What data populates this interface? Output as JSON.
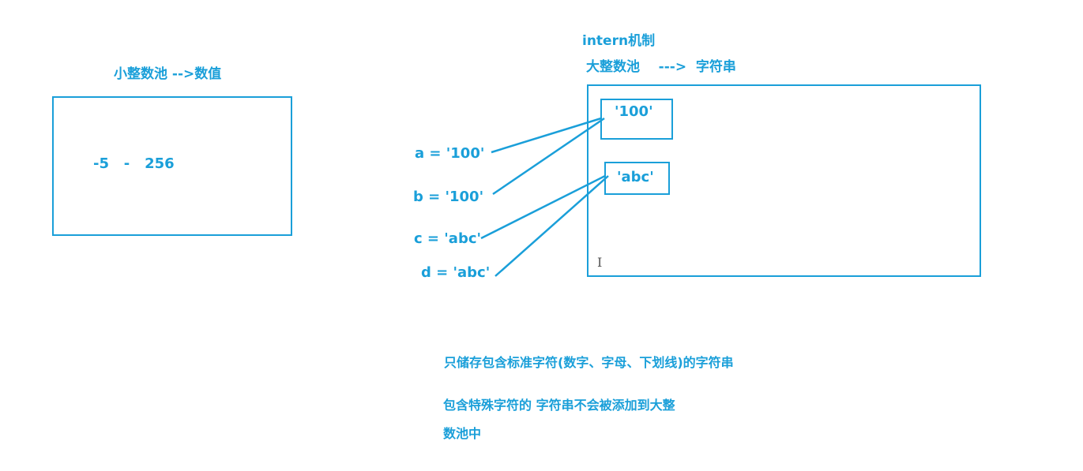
{
  "colors": {
    "accent": "#1a9fd9"
  },
  "small_pool": {
    "title": "小整数池 -->数值",
    "range_text": "-5   -   256"
  },
  "intern": {
    "header": "intern机制",
    "title": "大整数池    --->  字符串",
    "string_100": "'100'",
    "string_abc": "'abc'"
  },
  "assignments": {
    "a": "a = '100'",
    "b": "b = '100'",
    "c": "c = 'abc'",
    "d": "d = 'abc'"
  },
  "notes": {
    "line1": "只储存包含标准字符(数字、字母、下划线)的字符串",
    "line2": "包含特殊字符的 字符串不会被添加到大整",
    "line3": "数池中"
  }
}
